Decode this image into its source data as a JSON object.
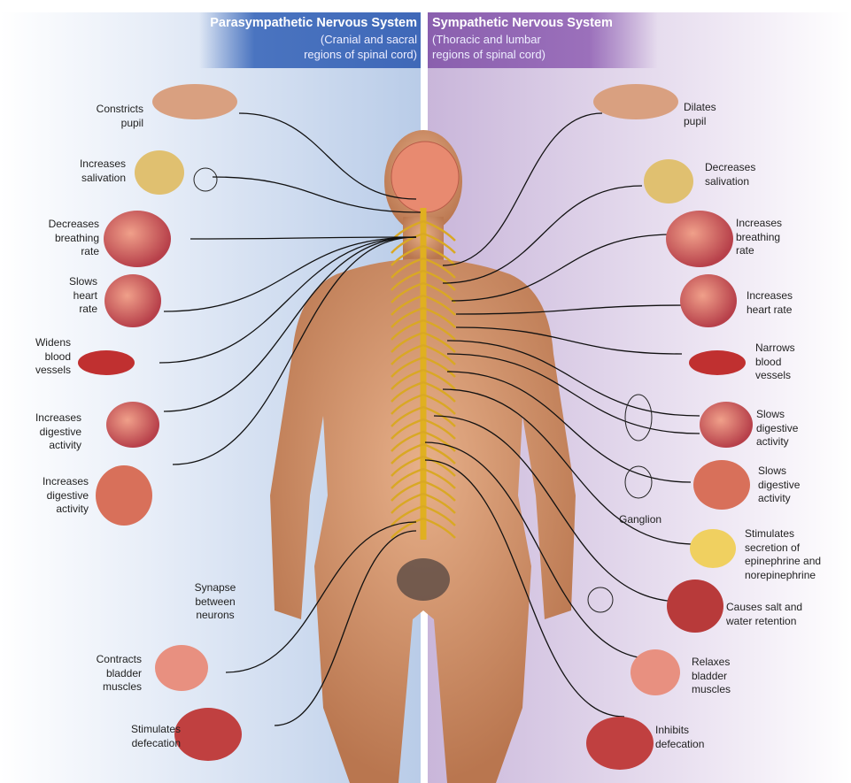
{
  "parasympathetic": {
    "title": "Parasympathetic Nervous System",
    "subtitle_line1": "(Cranial and sacral",
    "subtitle_line2": "regions of spinal cord)",
    "effects": [
      {
        "organ": "eye",
        "label": [
          "Constricts",
          "pupil"
        ]
      },
      {
        "organ": "salivary-glands",
        "label": [
          "Increases",
          "salivation"
        ]
      },
      {
        "organ": "lungs",
        "label": [
          "Decreases",
          "breathing",
          "rate"
        ]
      },
      {
        "organ": "heart",
        "label": [
          "Slows",
          "heart",
          "rate"
        ]
      },
      {
        "organ": "blood-vessel",
        "label": [
          "Widens",
          "blood",
          "vessels"
        ]
      },
      {
        "organ": "stomach",
        "label": [
          "Increases",
          "digestive",
          "activity"
        ]
      },
      {
        "organ": "intestines",
        "label": [
          "Increases",
          "digestive",
          "activity"
        ]
      },
      {
        "organ": "bladder",
        "label": [
          "Contracts",
          "bladder",
          "muscles"
        ]
      },
      {
        "organ": "rectum",
        "label": [
          "Stimulates",
          "defecation"
        ]
      }
    ],
    "synapse_label": [
      "Synapse",
      "between",
      "neurons"
    ]
  },
  "sympathetic": {
    "title": "Sympathetic Nervous System",
    "subtitle_line1": "(Thoracic and lumbar",
    "subtitle_line2": "regions of spinal cord)",
    "effects": [
      {
        "organ": "eye",
        "label": [
          "Dilates",
          "pupil"
        ]
      },
      {
        "organ": "salivary-glands",
        "label": [
          "Decreases",
          "salivation"
        ]
      },
      {
        "organ": "lungs",
        "label": [
          "Increases",
          "breathing",
          "rate"
        ]
      },
      {
        "organ": "heart",
        "label": [
          "Increases",
          "heart rate"
        ]
      },
      {
        "organ": "blood-vessel",
        "label": [
          "Narrows",
          "blood",
          "vessels"
        ]
      },
      {
        "organ": "stomach",
        "label": [
          "Slows",
          "digestive",
          "activity"
        ]
      },
      {
        "organ": "intestines",
        "label": [
          "Slows",
          "digestive",
          "activity"
        ]
      },
      {
        "organ": "adrenal-gland",
        "label": [
          "Stimulates",
          "secretion of",
          "epinephrine and",
          "norepinephrine"
        ]
      },
      {
        "organ": "kidney",
        "label": [
          "Causes salt and",
          "water retention"
        ]
      },
      {
        "organ": "bladder",
        "label": [
          "Relaxes",
          "bladder",
          "muscles"
        ]
      },
      {
        "organ": "rectum",
        "label": [
          "Inhibits",
          "defecation"
        ]
      }
    ],
    "ganglion_label": "Ganglion"
  }
}
